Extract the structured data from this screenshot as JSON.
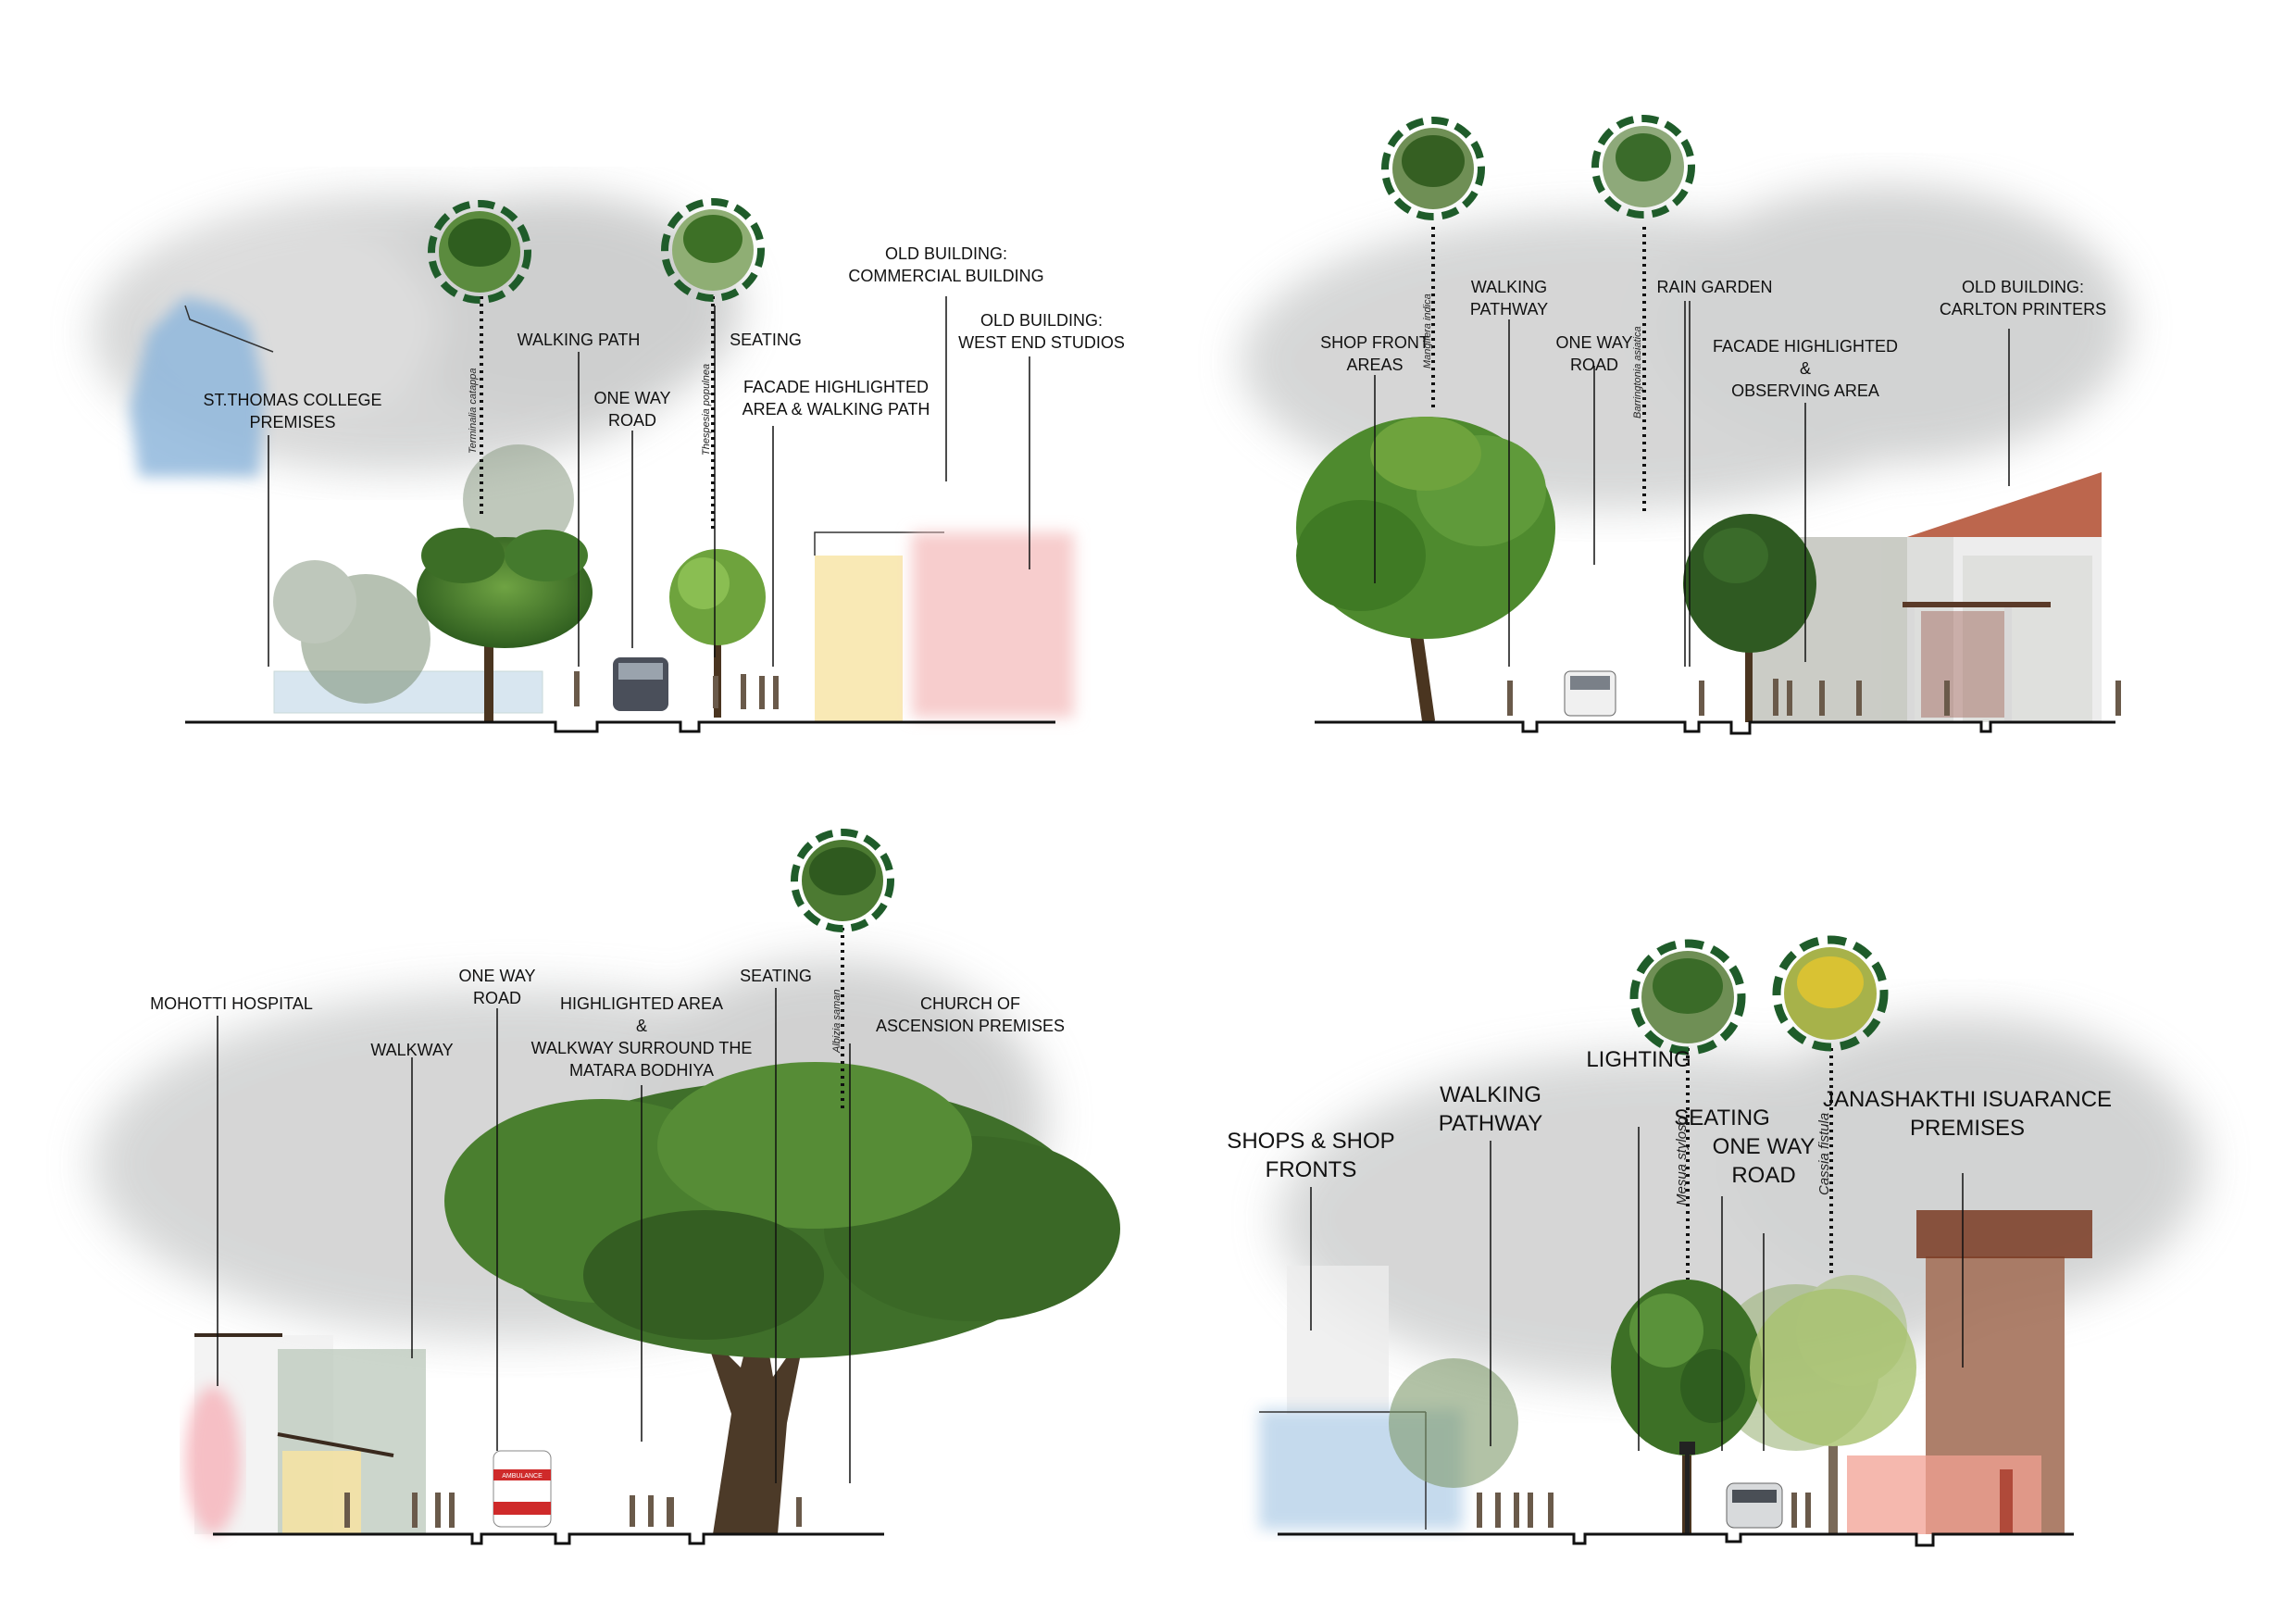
{
  "colors": {
    "tree_dark": "#2f5e1f",
    "tree_light": "#6ea33d",
    "badge_ring": "#1f5c2a",
    "fog": "#cfd0d0",
    "ground": "#111111",
    "water_blue": "#8fb7dc",
    "wall_pink": "#f6c8c8",
    "wall_yellow": "#f7e3a2",
    "roof_terracotta": "#b5553a",
    "brick": "#a4715a",
    "ambulance": "#cf2a2a"
  },
  "panels": [
    {
      "id": "panel-1",
      "labels": [
        {
          "text": "ST.THOMAS COLLEGE\nPREMISES"
        },
        {
          "text": "WALKING PATH"
        },
        {
          "text": "ONE WAY\nROAD"
        },
        {
          "text": "SEATING"
        },
        {
          "text": "FACADE HIGHLIGHTED\nAREA & WALKING PATH"
        },
        {
          "text": "OLD BUILDING:\nCOMMERCIAL BUILDING"
        },
        {
          "text": "OLD BUILDING:\nWEST END STUDIOS"
        }
      ],
      "species": [
        {
          "text": "Terminalia catappa"
        },
        {
          "text": "Thespesia populnea"
        }
      ]
    },
    {
      "id": "panel-2",
      "labels": [
        {
          "text": "SHOP FRONT\nAREAS"
        },
        {
          "text": "WALKING\nPATHWAY"
        },
        {
          "text": "ONE WAY\nROAD"
        },
        {
          "text": "RAIN GARDEN"
        },
        {
          "text": "FACADE HIGHLIGHTED\n&\nOBSERVING AREA"
        },
        {
          "text": "OLD BUILDING:\nCARLTON PRINTERS"
        }
      ],
      "species": [
        {
          "text": "Mangifera indica"
        },
        {
          "text": "Barringtonia asiatica"
        }
      ]
    },
    {
      "id": "panel-3",
      "labels": [
        {
          "text": "MOHOTTI HOSPITAL"
        },
        {
          "text": "WALKWAY"
        },
        {
          "text": "ONE WAY\nROAD"
        },
        {
          "text": "HIGHLIGHTED AREA\n&\nWALKWAY SURROUND THE\nMATARA BODHIYA"
        },
        {
          "text": "SEATING"
        },
        {
          "text": "CHURCH OF\nASCENSION PREMISES"
        }
      ],
      "species": [
        {
          "text": "Albizia saman"
        }
      ],
      "vehicle_text": "AMBULANCE"
    },
    {
      "id": "panel-4",
      "labels": [
        {
          "text": "SHOPS & SHOP\nFRONTS"
        },
        {
          "text": "WALKING\nPATHWAY"
        },
        {
          "text": "LIGHTING"
        },
        {
          "text": "SEATING"
        },
        {
          "text": "ONE WAY\nROAD"
        },
        {
          "text": "JANASHAKTHI ISUARANCE\nPREMISES"
        }
      ],
      "species": [
        {
          "text": "Mesua styloso"
        },
        {
          "text": "Cassia fistula"
        }
      ]
    }
  ]
}
